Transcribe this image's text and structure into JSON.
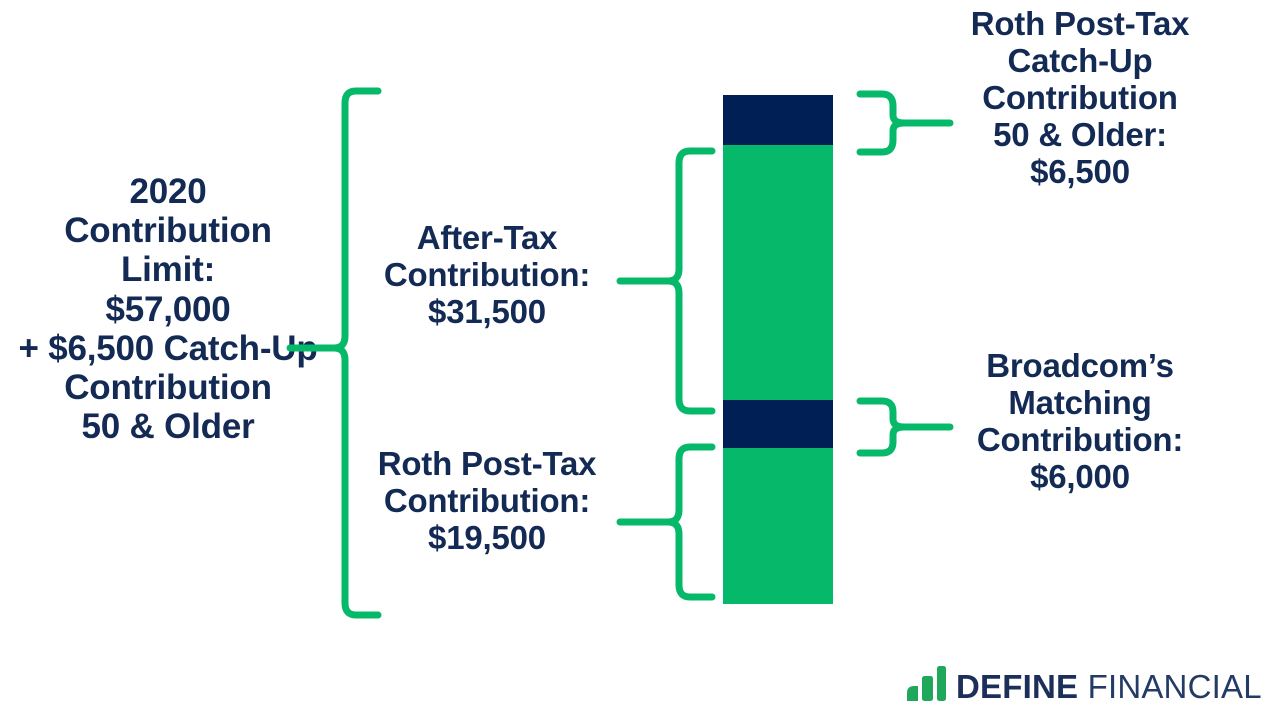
{
  "colors": {
    "navy": "#001F54",
    "green": "#06B96A",
    "text_navy": "#132A55",
    "background": "#FFFFFF",
    "logo_navy": "#1C2E5A",
    "logo_green": "#1FA85C"
  },
  "left": {
    "summary": "2020\nContribution\nLimit:\n$57,000\n+ $6,500 Catch-Up\nContribution\n50 & Older"
  },
  "center": {
    "after_tax_label": "After-Tax\nContribution:\n$31,500",
    "roth_pretax_label": "Roth Post-Tax\nContribution:\n$19,500"
  },
  "right": {
    "roth_catchup_label": "Roth Post-Tax\nCatch-Up\nContribution\n50 & Older:\n$6,500",
    "match_label": "Broadcom’s\nMatching\nContribution:\n$6,000"
  },
  "logo": {
    "mark": "bar-chart-mark",
    "primary": "DEFINE",
    "secondary": " FINANCIAL"
  },
  "chart_data": {
    "type": "bar",
    "title": "2020 Contribution Limit: $57,000 + $6,500 Catch-Up Contribution 50 & Older",
    "orientation": "vertical-stacked",
    "stack_total": 63500,
    "categories": [
      "2020 Contribution Limit"
    ],
    "series": [
      {
        "name": "Roth Post-Tax Catch-Up Contribution 50 & Older",
        "value": 6500,
        "label": "$6,500",
        "color": "#001F54",
        "position_from_top": 1
      },
      {
        "name": "After-Tax Contribution",
        "value": 31500,
        "label": "$31,500",
        "color": "#06B96A",
        "position_from_top": 2
      },
      {
        "name": "Broadcom’s Matching Contribution",
        "value": 6000,
        "label": "$6,000",
        "color": "#001F54",
        "position_from_top": 3
      },
      {
        "name": "Roth Post-Tax Contribution",
        "value": 19500,
        "label": "$19,500",
        "color": "#06B96A",
        "position_from_top": 4
      }
    ],
    "grid": false,
    "legend": "none",
    "annotations": [
      "2020 Contribution Limit: $57,000 + $6,500 Catch-Up Contribution 50 & Older",
      "After-Tax Contribution: $31,500",
      "Roth Post-Tax Contribution: $19,500",
      "Roth Post-Tax Catch-Up Contribution 50 & Older: $6,500",
      "Broadcom’s Matching Contribution: $6,000"
    ]
  }
}
